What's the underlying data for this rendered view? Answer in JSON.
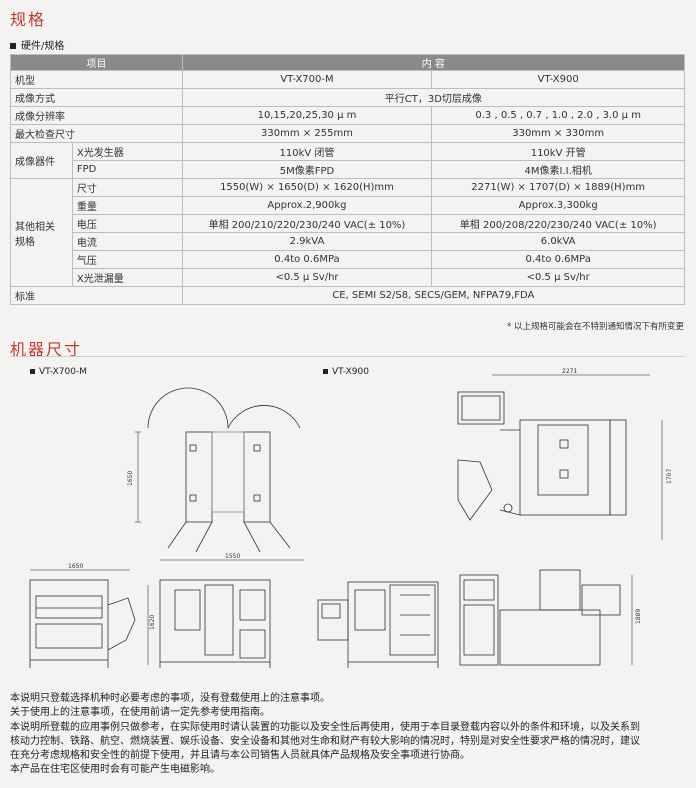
{
  "section1_title": "规格",
  "section1_subtitle": "硬件/规格",
  "table": {
    "header": {
      "item": "项目",
      "content": "内  容"
    },
    "model": {
      "label": "机型",
      "a": "VT-X700-M",
      "b": "VT-X900"
    },
    "imaging_method": {
      "label": "成像方式",
      "value": "平行CT，3D切层成像"
    },
    "resolution": {
      "label": "成像分辨率",
      "a": "10,15,20,25,30 μ m",
      "b": "0.3 , 0.5 , 0.7 , 1.0 , 2.0 , 3.0 μ m"
    },
    "max_size": {
      "label": "最大检查尺寸",
      "a": "330mm × 255mm",
      "b": "330mm × 330mm"
    },
    "imaging_parts": {
      "label": "成像器件",
      "xray": {
        "label": "X光发生器",
        "a": "110kV 闭管",
        "b": "110kV 开管"
      },
      "fpd": {
        "label": "FPD",
        "a": "5M像素FPD",
        "b": "4M像素I.I.相机"
      }
    },
    "other": {
      "label_line1": "其他相关",
      "label_line2": "规格",
      "dimensions": {
        "label": "尺寸",
        "a": "1550(W) × 1650(D) × 1620(H)mm",
        "b": "2271(W) × 1707(D) × 1889(H)mm"
      },
      "weight": {
        "label": "重量",
        "a": "Approx.2,900kg",
        "b": "Approx.3,300kg"
      },
      "voltage": {
        "label": "电压",
        "a": "单相 200/210/220/230/240 VAC(± 10%)",
        "b": "单相 200/208/220/230/240 VAC(± 10%)"
      },
      "current": {
        "label": "电流",
        "a": "2.9kVA",
        "b": "6.0kVA"
      },
      "air": {
        "label": "气压",
        "a": "0.4to 0.6MPa",
        "b": "0.4to 0.6MPa"
      },
      "leak": {
        "label": "X光泄漏量",
        "a": "<0.5  μ Sv/hr",
        "b": "<0.5  μ Sv/hr"
      }
    },
    "standard": {
      "label": "标准",
      "value": "CE, SEMI S2/S8, SECS/GEM, NFPA79,FDA"
    }
  },
  "note": "* 以上规格可能会在不特别通知情况下有所变更",
  "section2_title": "机器尺寸",
  "machines": {
    "left_label": "VT-X700-M",
    "right_label": "VT-X900",
    "dims": {
      "a_depth_top": "1650",
      "a_width_top": "1550",
      "a_front_width": "1650",
      "a_height": "1620",
      "b_width": "2271",
      "b_depth": "1707",
      "b_height": "1889"
    }
  },
  "footer": [
    "本说明只登载选择机种时必要考虑的事项，没有登载使用上的注意事项。",
    "关于使用上的注意事项，在使用前请一定先参考使用指南。",
    "本说明所登载的应用事例只做参考，在实际使用时请认装置的功能以及安全性后再使用，使用于本目录登载内容以外的条件和环境，以及关系到",
    "核动力控制、铁路、航空、燃烧装置、娱乐设备、安全设备和其他对生命和财产有较大影响的情况时，特别是对安全性要求严格的情况时，建议",
    "在充分考虑规格和安全性的前提下使用，并且请与本公司销售人员就具体产品规格及安全事项进行协商。",
    "本产品在住宅区使用时会有可能产生电磁影响。"
  ]
}
